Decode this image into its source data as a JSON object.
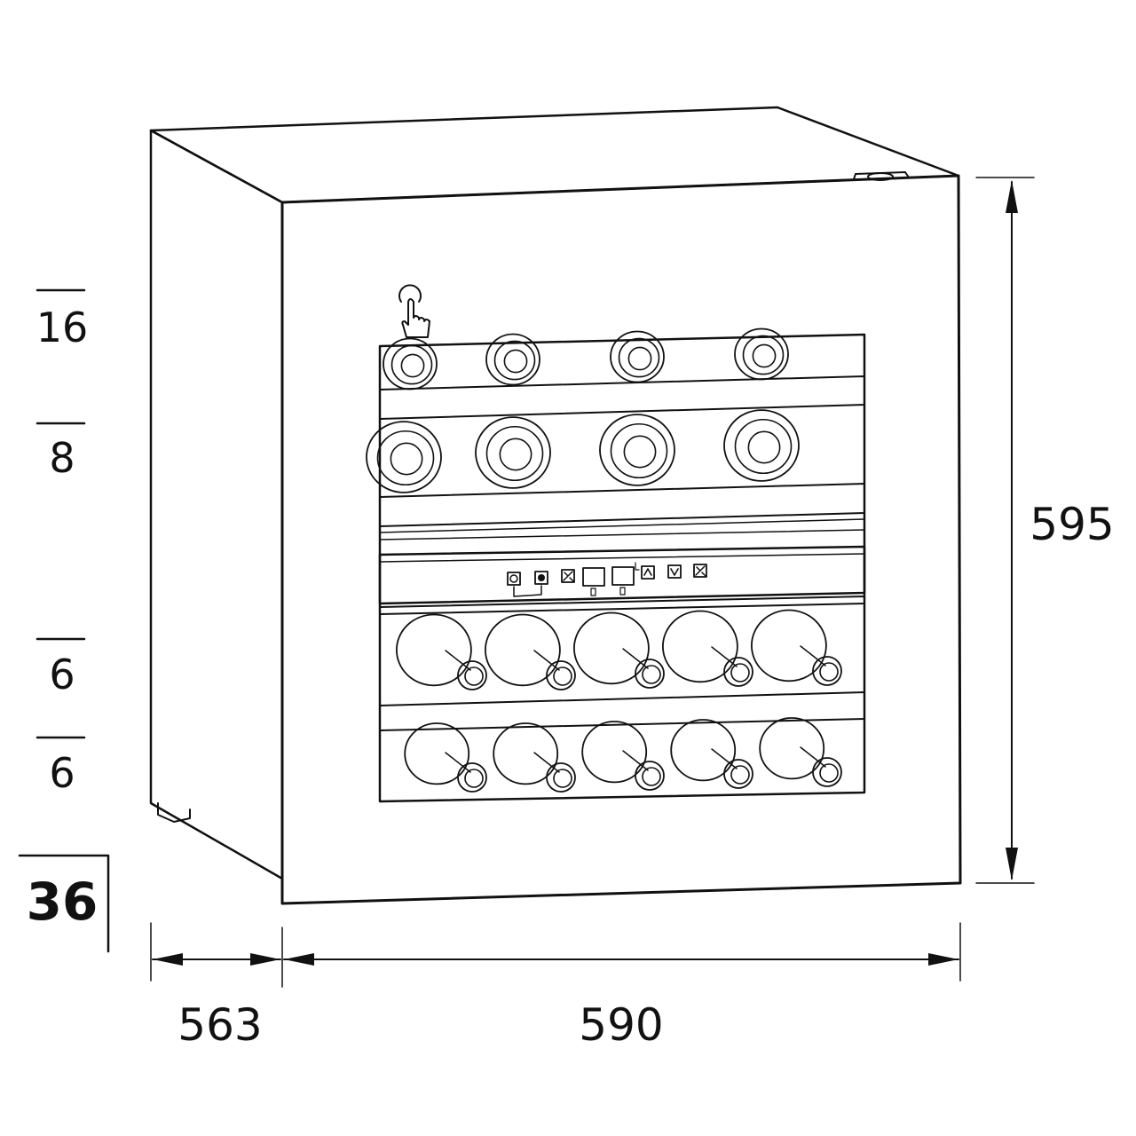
{
  "dimensions": {
    "width": "590",
    "depth": "563",
    "height": "595"
  },
  "shelf_capacities": [
    "16",
    "8",
    "6",
    "6"
  ],
  "total_capacity": "36",
  "icons": {
    "touch": "touch-hand-icon",
    "controls": [
      "power-button-icon",
      "light-button-icon",
      "fan-button-icon",
      "temperature-display-upper",
      "temperature-display-lower",
      "arrow-up-button-icon",
      "arrow-down-button-icon",
      "lock-button-icon"
    ]
  },
  "colors": {
    "line": "#111111",
    "background": "#ffffff"
  }
}
